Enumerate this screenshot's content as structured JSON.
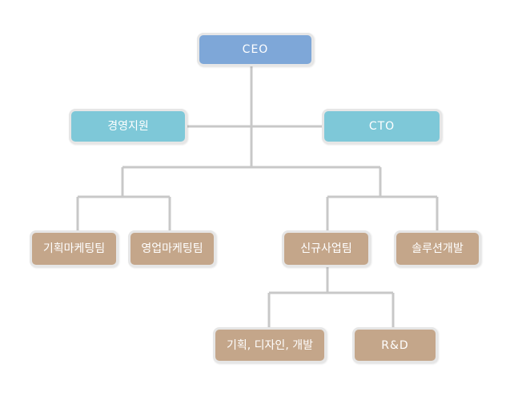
{
  "org_chart": {
    "ceo": "CEO",
    "management_support": "경영지원",
    "cto": "CTO",
    "planning_marketing_team": "기획마케팅팀",
    "sales_marketing_team": "영업마케팅팀",
    "new_business_team": "신규사업팀",
    "solution_development": "솔루션개발",
    "planning_design_development": "기획, 디자인, 개발",
    "r_and_d": "R&D"
  },
  "colors": {
    "ceo_fill": "#7ea7d8",
    "executive_fill": "#7ec8d8",
    "team_fill": "#c4a68a",
    "connector": "#c8c8c8"
  }
}
